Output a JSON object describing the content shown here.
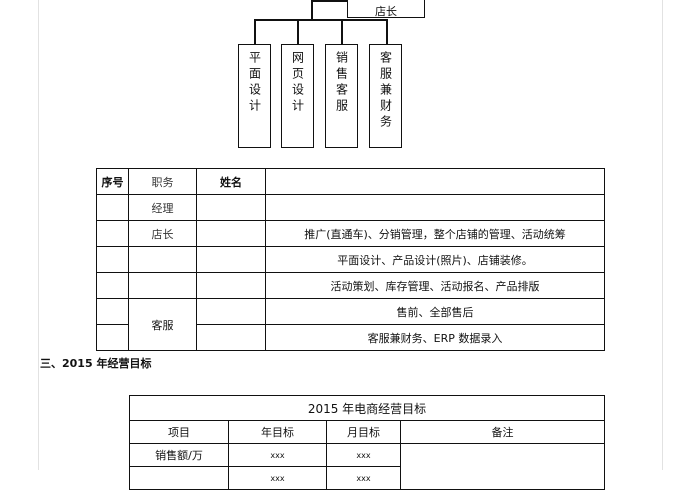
{
  "org_chart": {
    "top_box": "店长",
    "boxes": [
      "平面设计",
      "网页设计",
      "销售客服",
      "客服兼财务"
    ]
  },
  "roles_table": {
    "headers": [
      "序号",
      "职务",
      "姓名",
      ""
    ],
    "rows": [
      {
        "role": "经理",
        "duty": ""
      },
      {
        "role": "店长",
        "duty": "推广(直通车)、分销管理，整个店铺的管理、活动统筹"
      },
      {
        "role": "",
        "duty": "平面设计、产品设计(照片)、店铺装修。"
      },
      {
        "role": "",
        "duty": "活动策划、库存管理、活动报名、产品排版"
      },
      {
        "role": "客服",
        "duty": "售前、全部售后"
      },
      {
        "role": "",
        "duty": "客服兼财务、ERP 数据录入"
      }
    ]
  },
  "section_heading": "三、2015 年经营目标",
  "targets_table": {
    "caption": "2015 年电商经营目标",
    "headers": [
      "项目",
      "年目标",
      "月目标",
      "备注"
    ],
    "rows": [
      {
        "item": "销售额/万",
        "year": "xxx",
        "month": "xxx"
      },
      {
        "item": "",
        "year": "xxx",
        "month": "xxx"
      }
    ]
  }
}
